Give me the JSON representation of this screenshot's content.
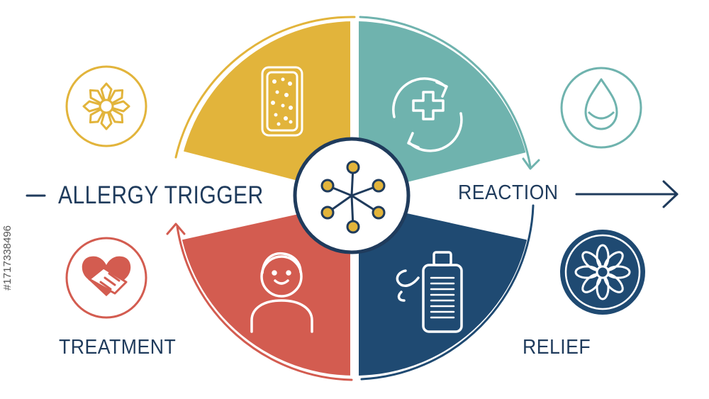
{
  "labels": {
    "trigger": "ALLERGY TRIGGER",
    "reaction": "REACTION",
    "treatment": "TREATMENT",
    "relief": "RELIEF"
  },
  "watermark": "#1717338496",
  "colors": {
    "yellow": "#E2B43B",
    "teal": "#6FB3AE",
    "red": "#D35C50",
    "navy": "#1F4A72",
    "text": "#1F3B5C",
    "center_ring": "#1F3B5C",
    "center_dot": "#E2B43B"
  },
  "icons": {
    "center": "molecule-network-icon",
    "top_left": "pollen-jar-icon",
    "top_right": "medical-cycle-icon",
    "bottom_left": "person-icon",
    "bottom_right": "spray-bottle-icon",
    "outer_top_left": "flower-pollen-icon",
    "outer_top_right": "droplet-icon",
    "outer_bottom_left": "heart-handshake-icon",
    "outer_bottom_right": "flower-icon"
  }
}
